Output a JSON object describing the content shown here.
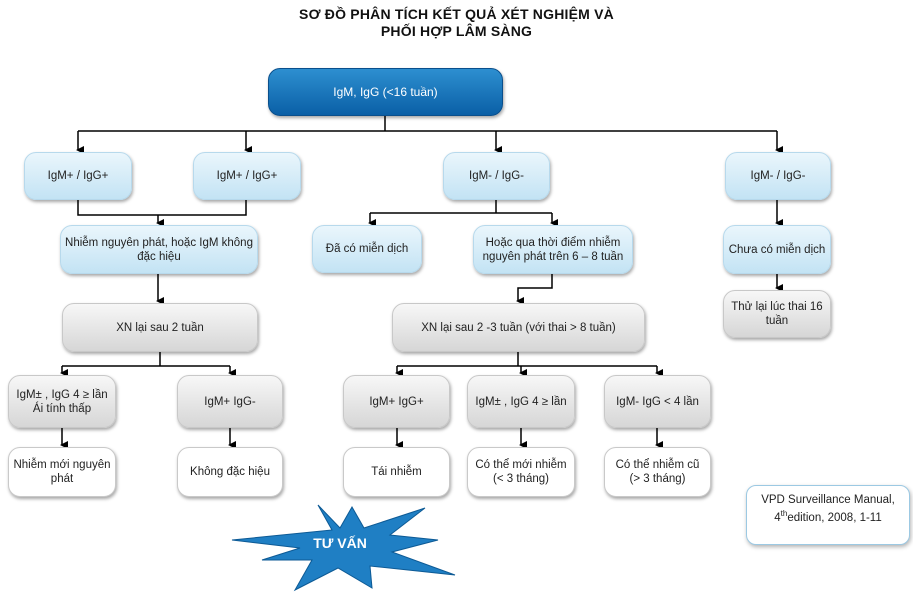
{
  "title": {
    "line1": "SƠ ĐỒ PHÂN TÍCH KẾT QUẢ XÉT NGHIỆM VÀ",
    "line2": "PHỐI HỢP LÂM SÀNG"
  },
  "root": "IgM, IgG (<16 tuần)",
  "level1": [
    "IgM+ / IgG+",
    "IgM+ / IgG+",
    "IgM- / IgG-",
    "IgM- / IgG-"
  ],
  "level2": {
    "primary": "Nhiễm nguyên phát, hoặc IgM không đặc hiệu",
    "immune": "Đã có miễn dịch",
    "past": "Hoặc qua thời điểm nhiễm nguyên phát trên 6 – 8 tuần",
    "not_immune": "Chưa có miễn dịch"
  },
  "retest": {
    "left": "XN lại sau 2 tuần",
    "middle": "XN lại sau 2 -3 tuần (với thai > 8 tuần)",
    "right": "Thử lại lúc thai 16 tuần"
  },
  "results": [
    {
      "test": "IgM± , IgG 4 ≥ lần Ái tính thấp",
      "outcome": "Nhiễm mới nguyên phát"
    },
    {
      "test": "IgM+ IgG-",
      "outcome": "Không đặc hiệu"
    },
    {
      "test": "IgM+ IgG+",
      "outcome": "Tái nhiễm"
    },
    {
      "test": "IgM± , IgG 4 ≥ lần",
      "outcome": "Có thể mới nhiễm (< 3 tháng)"
    },
    {
      "test": "IgM- IgG < 4 lần",
      "outcome": "Có thể nhiễm cũ (> 3 tháng)"
    }
  ],
  "counsel": "TƯ VẤN",
  "reference": {
    "prefix": "VPD Surveillance Manual, 4",
    "sup": "th",
    "suffix": "edition, 2008, 1-11"
  },
  "colors": {
    "root": "#0a5fa6",
    "star": "#1f7fc4",
    "blue_box": "#c3e3f4",
    "gray_box": "#d6d6d6"
  }
}
